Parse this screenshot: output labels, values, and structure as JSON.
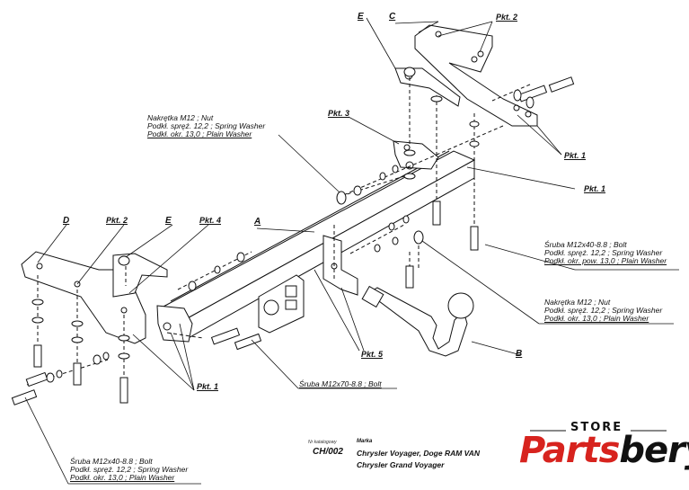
{
  "labels": {
    "pkt1_right": "Pkt. 1",
    "pkt1_mid": "Pkt. 1",
    "pkt1_bottom": "Pkt. 1",
    "pkt2_top": "Pkt. 2",
    "pkt2_left": "Pkt. 2",
    "pkt3": "Pkt. 3",
    "pkt4": "Pkt. 4",
    "pkt5": "Pkt. 5",
    "a": "A",
    "b": "B",
    "c": "C",
    "d": "D",
    "e_top": "E",
    "e_left": "E"
  },
  "notes": {
    "nut_top": [
      "Nakrętka  M12 ; Nut",
      "Podkł. spręż. 12,2 ; Spring Washer",
      "Podkł. okr.  13,0 ; Plain Washer"
    ],
    "bolt_right": [
      "Śruba M12x40-8.8 ;  Bolt",
      "Podkł. spręż. 12,2 ; Spring Washer",
      "Podkł. okr. pow. 13,0 ; Plain Washer"
    ],
    "nut_right": [
      "Nakrętka  M12 ; Nut",
      "Podkł. spręż. 12,2 ; Spring Washer",
      "Podkł. okr.  13,0 ; Plain Washer"
    ],
    "bolt_center": "Śruba M12x70-8.8 ;  Bolt",
    "bolt_bottom": [
      "Śruba M12x40-8.8 ;  Bolt",
      "Podkł. spręż. 12,2 ; Spring Washer",
      "Podkł. okr. 13,0 ; Plain Washer"
    ]
  },
  "catalog": {
    "label": "Nr katalogowy",
    "number": "CH/002"
  },
  "vehicle": {
    "label": "Marka",
    "line1": "Chrysler Voyager, Doge RAM VAN",
    "line2": "Chrysler Grand Voyager"
  },
  "logo": {
    "top": "STORE",
    "part1": "Parts",
    "part2": "bery",
    "accent_color": "#d7231e",
    "dark_color": "#111111"
  }
}
